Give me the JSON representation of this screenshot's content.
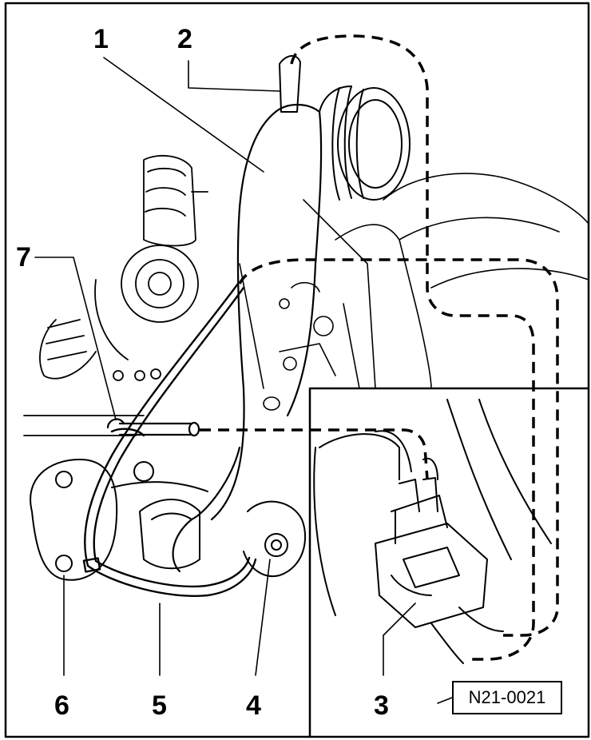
{
  "figure": {
    "reference_code": "N21-0021",
    "callouts": [
      {
        "id": "c1",
        "label": "1"
      },
      {
        "id": "c2",
        "label": "2"
      },
      {
        "id": "c3",
        "label": "3"
      },
      {
        "id": "c4",
        "label": "4"
      },
      {
        "id": "c5",
        "label": "5"
      },
      {
        "id": "c6",
        "label": "6"
      },
      {
        "id": "c7",
        "label": "7"
      }
    ]
  }
}
